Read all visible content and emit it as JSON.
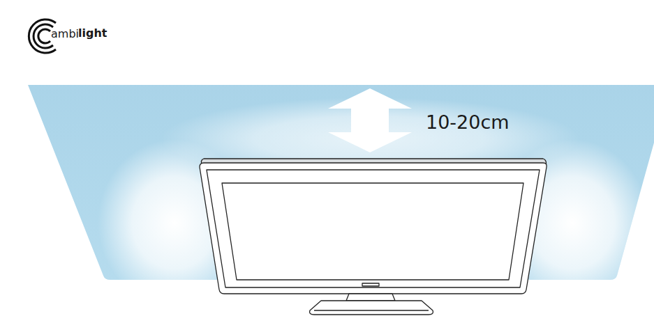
{
  "diagram": {
    "labels": [
      "ambi",
      "light",
      "10-20cm"
    ]
  }
}
